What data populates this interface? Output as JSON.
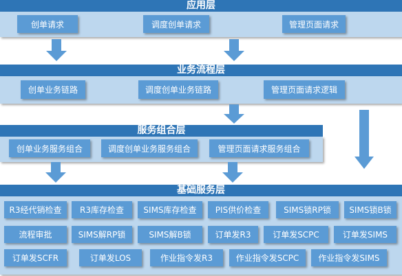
{
  "colors": {
    "title_bar": "#2e75b6",
    "band": "#bdd7ee",
    "box": "#5b9bd5",
    "arrow": "#5b9bd5"
  },
  "layers": {
    "app": {
      "title": "应用层",
      "items": [
        "创单请求",
        "调度创单请求",
        "管理页面请求"
      ]
    },
    "process": {
      "title": "业务流程层",
      "items": [
        "创单业务链路",
        "调度创单业务链路",
        "管理页面请求逻辑"
      ]
    },
    "combo": {
      "title": "服务组合层",
      "items": [
        "创单业务服务组合",
        "调度创单业务服务组合",
        "管理页面请求服务组合"
      ]
    },
    "base": {
      "title": "基础服务层",
      "items": [
        "R3经代销检查",
        "R3库存检查",
        "SIMS库存检查",
        "PIS供价检查",
        "SIMS锁RP锁",
        "SIMS锁B锁",
        "流程审批",
        "SIMS解RP锁",
        "SIMS解B锁",
        "订单发R3",
        "订单发SCPC",
        "订单发SIMS",
        "订单发SCFR",
        "订单发LOS",
        "作业指令发R3",
        "作业指令发SCPC",
        "作业指令发SIMS"
      ]
    }
  }
}
